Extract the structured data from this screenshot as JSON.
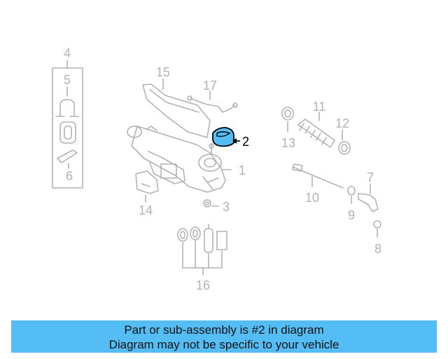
{
  "diagram": {
    "callouts": [
      "1",
      "2",
      "3",
      "4",
      "5",
      "6",
      "7",
      "8",
      "10",
      "11",
      "12",
      "13",
      "14",
      "15",
      "16",
      "17"
    ],
    "callout_9": "9",
    "highlight_color": "#55bdf5",
    "line_color": "#b3b3b3",
    "active_color": "#000000"
  },
  "banner": {
    "line1": "Part or sub-assembly is #2 in diagram",
    "line2": "Diagram may not be specific to your vehicle"
  }
}
